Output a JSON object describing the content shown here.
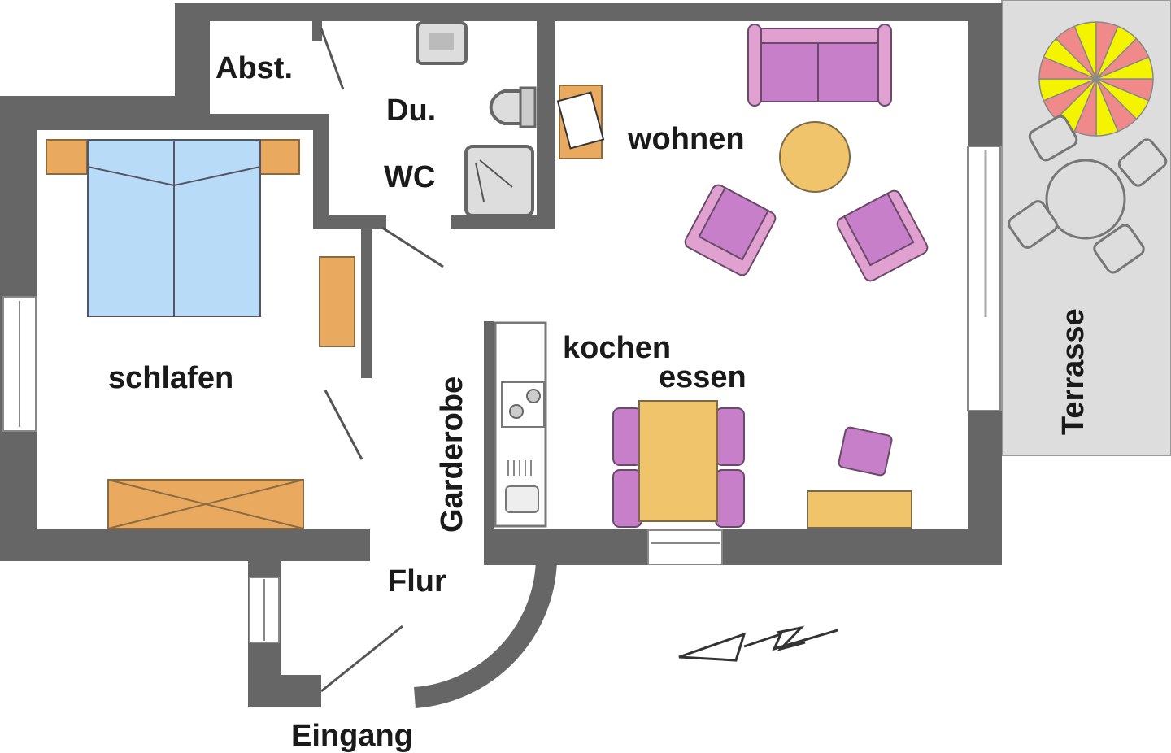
{
  "rooms": {
    "abstell": "Abst.",
    "dusche": "Du.",
    "wc": "WC",
    "wohnen": "wohnen",
    "schlafen": "schlafen",
    "kochen": "kochen",
    "essen": "essen",
    "garderobe": "Garderobe",
    "flur": "Flur",
    "eingang": "Eingang",
    "terrasse": "Terrasse"
  },
  "colors": {
    "wall": "#666666",
    "bed": "#b8dcf8",
    "upholstery": "#c77fc9",
    "table": "#f0c46a",
    "cabinet": "#e9a95f",
    "terrace": "#dddddd",
    "umbrella_red": "#f08a8a",
    "umbrella_yellow": "#f4f400"
  },
  "icons": [
    "north-arrow-icon"
  ]
}
